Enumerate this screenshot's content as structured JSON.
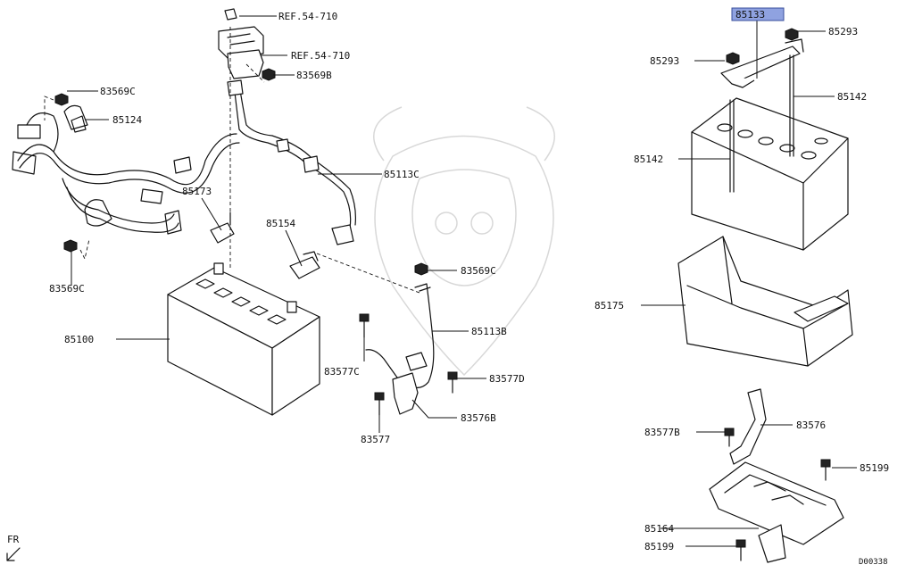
{
  "diagram": {
    "code": "D00338",
    "direction": "FR",
    "selected_part": "85133",
    "labels": {
      "ref_1": "REF.54-710",
      "ref_2": "REF.54-710",
      "p83569B": "83569B",
      "p83569C_top": "83569C",
      "p85124": "85124",
      "p85113C": "85113C",
      "p85173": "85173",
      "p85154": "85154",
      "p83569C_mid": "83569C",
      "p83569C_left": "83569C",
      "p85100": "85100",
      "p85113B": "85113B",
      "p83577C": "83577C",
      "p83577D": "83577D",
      "p83576B": "83576B",
      "p83577": "83577",
      "p85133": "85133",
      "p85293_right": "85293",
      "p85293_left": "85293",
      "p85142_right": "85142",
      "p85142_left": "85142",
      "p85175": "85175",
      "p83576": "83576",
      "p83577B": "83577B",
      "p85199_right": "85199",
      "p85164": "85164",
      "p85199_bottom": "85199"
    }
  }
}
